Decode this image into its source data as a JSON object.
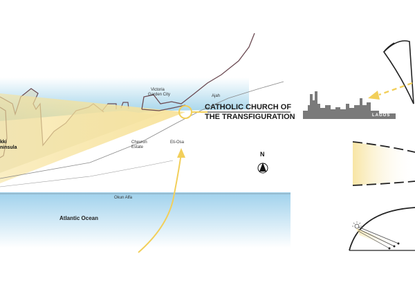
{
  "map": {
    "title_line1": "CATHOLIC CHURCH OF",
    "title_line2": "THE TRANSFIGURATION",
    "places": {
      "victoria_line1": "Victoria",
      "victoria_line2": "Garden City",
      "ajah": "Ajah",
      "chevron_line1": "Chevron",
      "chevron_line2": "Estate",
      "eti_osa": "Eti-Osa",
      "lekki_line1": "kki",
      "lekki_line2": "ninsula",
      "okun_alfa": "Okun Alfa"
    },
    "ocean_label": "Atlantic Ocean",
    "north_label": "N",
    "skyline_label": "LAGOS"
  },
  "colors": {
    "lagoon_blue": "#8fcbe6",
    "ocean_blue": "#9fd1ec",
    "light_yellow": "#f7e29a",
    "arrow_yellow": "#f2cf5a",
    "land_line": "#6b4a52",
    "skyline_grey": "#7a7a7a"
  }
}
